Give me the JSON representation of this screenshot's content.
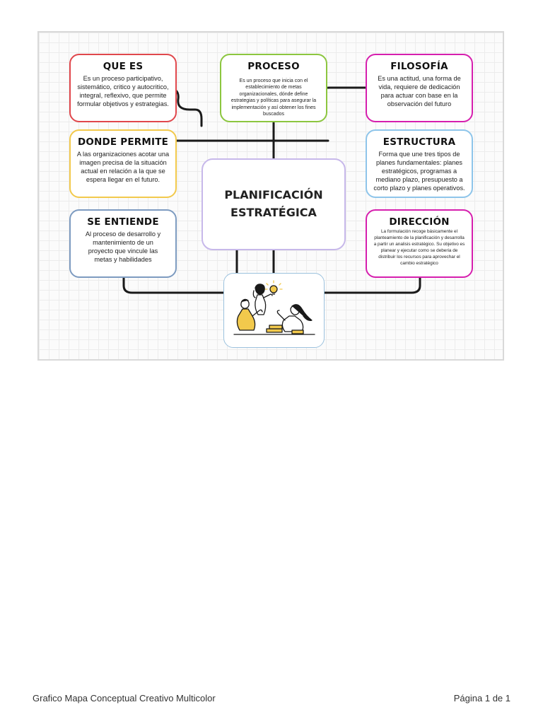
{
  "diagram": {
    "center_line1": "PLANIFICACIÓN",
    "center_line2": "ESTRATÉGICA",
    "boxes": [
      {
        "title": "QUE ES",
        "text": "Es un proceso participativo, sistemático, critico y autocritico, integral, reflexivo, que permite formular objetivos y estrategias.",
        "color": "#e0474c"
      },
      {
        "title": "PROCESO",
        "text": "Es un proceso que inicia con el establecimiento de metas organizacionales, dónde define estrategias y políticas para asegurar la implementación y así obtener los fines buscados",
        "color": "#8cc63f"
      },
      {
        "title": "FILOSOFÍA",
        "text": "Es una actitud, una forma de vida, requiere de dedicación para actuar con base en la observación del futuro",
        "color": "#d61fae"
      },
      {
        "title": "DONDE PERMITE",
        "text": "A las organizaciones acotar una imagen precisa de la situación actual en relación a la que se espera llegar en el futuro.",
        "color": "#f2c94c"
      },
      {
        "title": "ESTRUCTURA",
        "text": "Forma que une tres tipos de planes fundamentales: planes estratégicos, programas a mediano plazo, presupuesto a corto plazo y planes operativos.",
        "color": "#8ec5ea"
      },
      {
        "title": "SE ENTIENDE",
        "text": "Al proceso de desarrollo y mantenimiento de un proyecto que vincule las metas y habilidades",
        "color": "#7d9bc0"
      },
      {
        "title": "DIRECCIÓN",
        "text": "La formulación recoge básicamente el planteamiento de la planificación y desarrolla a partir un analisis estratégico. Su objetivo es planear y ejecutar como se deberia de distribuir los recursos para aprovechar el cambio estratégico",
        "color": "#d61fae"
      }
    ]
  },
  "footer": {
    "left": "Grafico Mapa Conceptual Creativo Multicolor",
    "right": "Página 1 de 1"
  }
}
